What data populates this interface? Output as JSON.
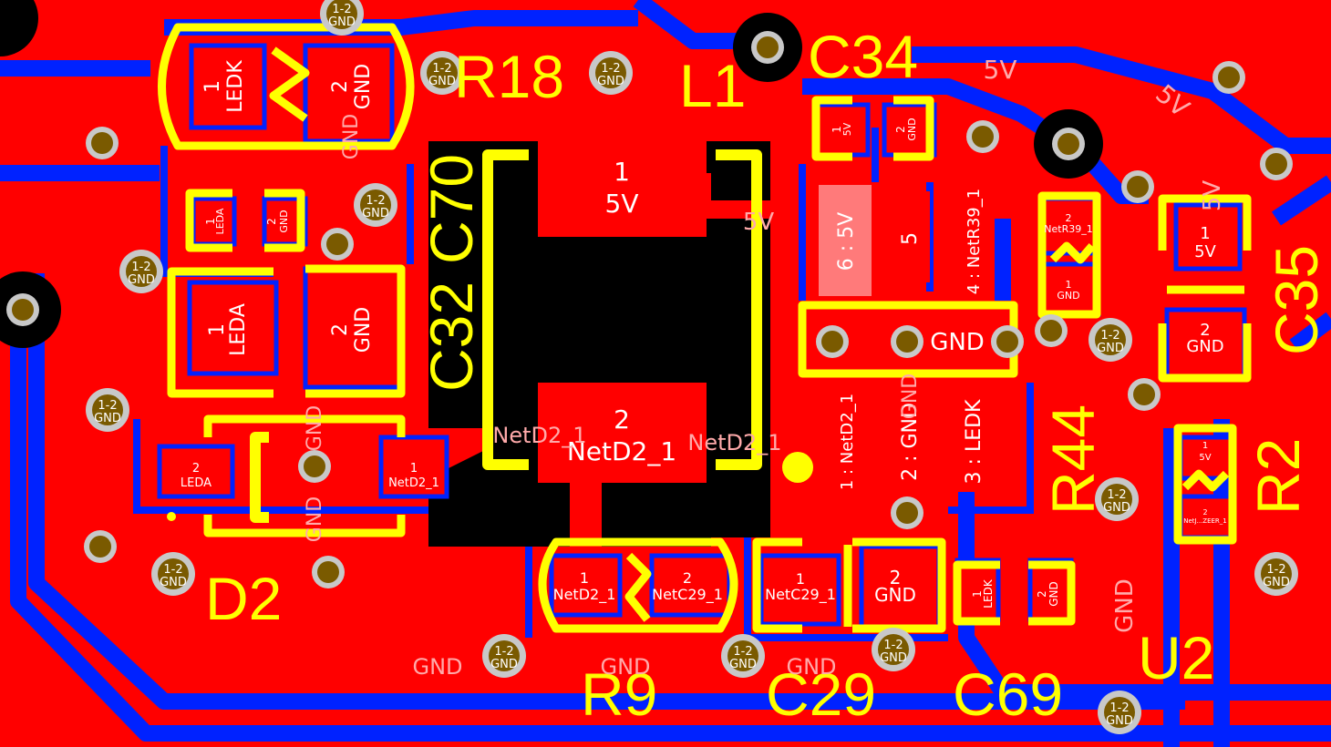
{
  "colors": {
    "copper_top": "#ff0000",
    "copper_bottom": "#0022ff",
    "silkscreen": "#ffff00",
    "pad_label": "#ffffff",
    "via_ring": "#c8c8c8",
    "via_hole": "#7a5a00",
    "keepout": "#000000"
  },
  "designators": {
    "r18": "R18",
    "l1": "L1",
    "c34": "C34",
    "c70": "C70",
    "c32": "C32",
    "c35": "C35",
    "r44": "R44",
    "r2": "R2",
    "d2": "D2",
    "r9": "R9",
    "c29": "C29",
    "c69": "C69",
    "u2": "U2"
  },
  "nets": {
    "five_v": "5V",
    "gnd": "GND",
    "ledk": "LEDK",
    "leda": "LEDA",
    "netd2_1": "NetD2_1",
    "netc29_1": "NetC29_1",
    "netr39_1": "NetR39_1",
    "netzener": "NetJ...ZEER_1"
  },
  "via_label": "1-2\nGND",
  "pads": {
    "r18_1_num": "1",
    "r18_1_net": "LEDK",
    "r18_2_num": "2",
    "r18_2_net": "GND",
    "c32a_1_num": "1",
    "c32a_1_net": "LEDA",
    "c32a_2_num": "2",
    "c32a_2_net": "GND",
    "c32b_1_num": "1",
    "c32b_1_net": "LEDA",
    "c32b_2_num": "2",
    "c32b_2_net": "GND",
    "d2_2_num": "2",
    "d2_2_net": "LEDA",
    "d2_1_num": "1",
    "d2_1_net": "NetD2_1",
    "l1_1_num": "1",
    "l1_1_net": "5V",
    "l1_2_num": "2",
    "l1_2_net": "NetD2_1",
    "c34_1_num": "1",
    "c34_1_net": "5V",
    "c34_2_num": "2",
    "c34_2_net": "GND",
    "u2_6": "6 : 5V",
    "u2_5": "5",
    "u2_4": "4 : NetR39_1",
    "u2_1": "1 : NetD2_1",
    "u2_2": "2 : GND",
    "u2_3": "3 : LEDK",
    "r44_2_num": "2",
    "r44_2_net": "NetR39_1",
    "r44_1_num": "1",
    "r44_1_net": "GND",
    "c35_1_num": "1",
    "c35_1_net": "5V",
    "c35_2_num": "2",
    "c35_2_net": "GND",
    "r2_1_num": "1",
    "r2_1_net": "5V",
    "r2_2_num": "2",
    "r2_2_net": "NetJ...ZEER_1",
    "r9_1_num": "1",
    "r9_1_net": "NetD2_1",
    "r9_2_num": "2",
    "r9_2_net": "NetC29_1",
    "c29_1_num": "1",
    "c29_1_net": "NetC29_1",
    "c29_2_num": "2",
    "c29_2_net": "GND",
    "c69_1_num": "1",
    "c69_1_net": "LEDK",
    "c69_2_num": "2",
    "c69_2_net": "GND"
  },
  "labels": {
    "gnd_pad": "GND",
    "five_v_top": "5V",
    "five_v_diag": "5V",
    "five_v_right": "5V",
    "five_v_mid": "5V",
    "netd2_left": "NetD2_1",
    "netd2_right": "NetD2_1",
    "gnd_vert": "GND",
    "gnd_bottom1": "GND",
    "gnd_bottom2": "GND",
    "gnd_bottom3": "GND",
    "gnd_right": "GND",
    "gnd_d2": "GND",
    "gnd_d2b": "GND",
    "gnd_r18": "GND",
    "gnd_u2": "GND"
  }
}
